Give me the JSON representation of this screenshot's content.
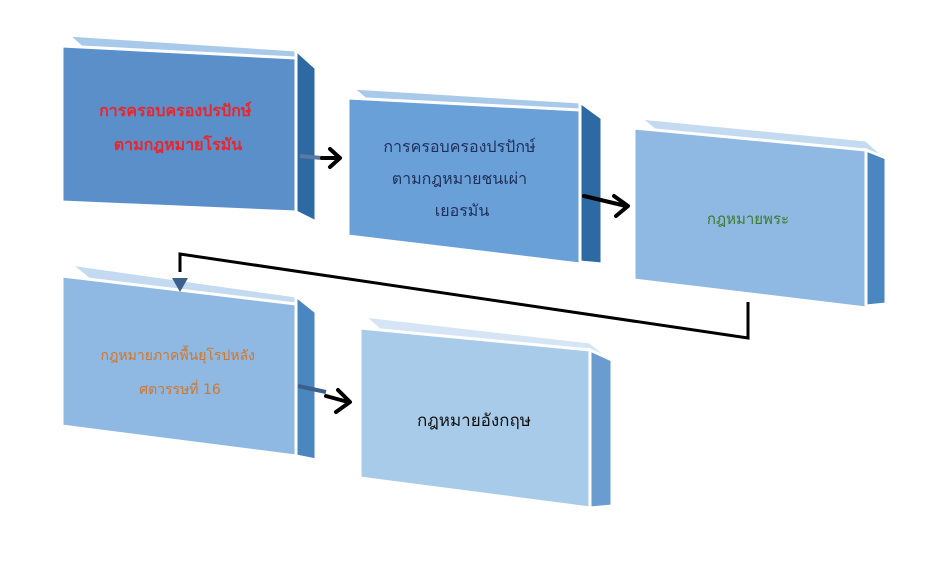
{
  "colors": {
    "box1_front": "#5b8fc9",
    "box2_front": "#6aa0d8",
    "box3_front": "#8fb8e2",
    "box4_front": "#8fb8e2",
    "box5_front": "#a9cbea",
    "side_face": "#2d6aa3",
    "top_face": "#a8c9ea",
    "edge_highlight": "#ffffff",
    "arrow": "#000000",
    "arrow_tail": "#5a7aa0",
    "text_red": "#e8262c",
    "text_navy": "#1f2f5a",
    "text_green": "#3f7a2c",
    "text_orange": "#d2772a",
    "text_black": "#111111"
  },
  "boxes": [
    {
      "id": "roman-law",
      "lines": [
        "การครอบครองปรปักษ์",
        "ตามกฎหมายโรมัน"
      ]
    },
    {
      "id": "germanic-law",
      "lines": [
        "การครอบครองปรปักษ์",
        "ตามกฎหมายชนเผ่า",
        "เยอรมัน"
      ]
    },
    {
      "id": "canon-law",
      "lines": [
        "กฎหมายพระ"
      ]
    },
    {
      "id": "continental-law",
      "lines": [
        "กฎหมายภาคพื้นยุโรปหลัง",
        "ศตวรรษที่ 16"
      ]
    },
    {
      "id": "english-law",
      "lines": [
        "กฎหมายอังกฤษ"
      ]
    }
  ]
}
